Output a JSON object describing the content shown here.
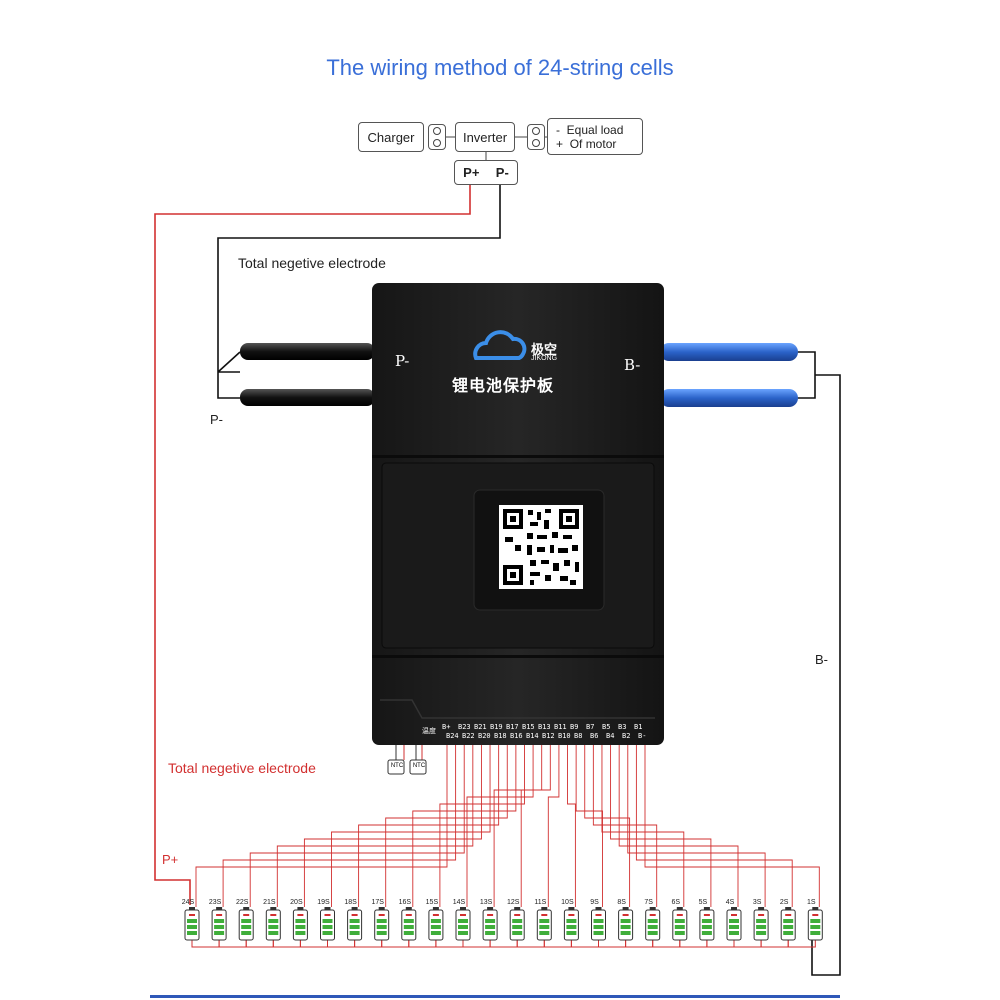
{
  "title": "The wiring method of 24-string cells",
  "system": {
    "charger": "Charger",
    "inverter": "Inverter",
    "load_line1": "Equal load",
    "load_line2": "Of motor",
    "minus": "-",
    "plus": "+",
    "p_plus": "P+",
    "p_minus": "P-"
  },
  "labels": {
    "total_neg_top": "Total negetive electrode",
    "total_neg_bottom": "Total negetive electrode",
    "p_minus_side": "P-",
    "p_plus_side": "P+",
    "b_minus_side": "B-"
  },
  "board": {
    "p_minus": "P-",
    "b_minus": "B-",
    "brand_cn": "极空",
    "brand_en": "JIKONG",
    "product_cn": "锂电池保护板",
    "temp_cn": "温度",
    "ntc": "NTC",
    "pins_top": [
      "B+",
      "B23",
      "B21",
      "B19",
      "B17",
      "B15",
      "B13",
      "B11",
      "B9",
      "B7",
      "B5",
      "B3",
      "B1"
    ],
    "pins_bottom": [
      "B24",
      "B22",
      "B20",
      "B18",
      "B16",
      "B14",
      "B12",
      "B10",
      "B8",
      "B6",
      "B4",
      "B2",
      "B-"
    ]
  },
  "cells": [
    "24S",
    "23S",
    "22S",
    "21S",
    "20S",
    "19S",
    "18S",
    "17S",
    "16S",
    "15S",
    "14S",
    "13S",
    "12S",
    "11S",
    "10S",
    "9S",
    "8S",
    "7S",
    "6S",
    "5S",
    "4S",
    "3S",
    "2S",
    "1S"
  ],
  "colors": {
    "title": "#3a6fd8",
    "red_wire": "#d23030",
    "blue_cable": "#2f6fd6",
    "board": "#1e1e1e"
  }
}
